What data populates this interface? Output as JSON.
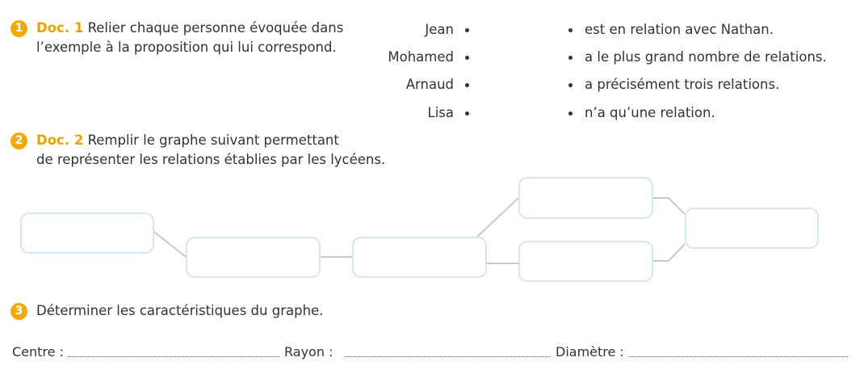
{
  "section1": {
    "number": "1",
    "doc_label": "Doc. 1",
    "instruction_line1": "Relier chaque personne évoquée dans",
    "instruction_line2": "l’exemple à la proposition qui lui correspond.",
    "names": [
      "Jean",
      "Mohamed",
      "Arnaud",
      "Lisa"
    ],
    "propositions": [
      "est en relation avec Nathan.",
      "a le plus grand nombre de relations.",
      "a précisément trois relations.",
      "n’a qu’une relation."
    ]
  },
  "section2": {
    "number": "2",
    "doc_label": "Doc. 2",
    "instruction_line1": "Remplir le graphe suivant permettant",
    "instruction_line2": "de représenter les relations établies par les lycéens."
  },
  "section3": {
    "number": "3",
    "instruction": "Déterminer les caractéristiques du graphe.",
    "centre_label": "Centre :",
    "rayon_label": "Rayon :",
    "diametre_label": "Diamètre :"
  },
  "colors": {
    "accent": "#f2a900",
    "node_border": "#d5e6f3",
    "edge": "#c9c9c9"
  }
}
